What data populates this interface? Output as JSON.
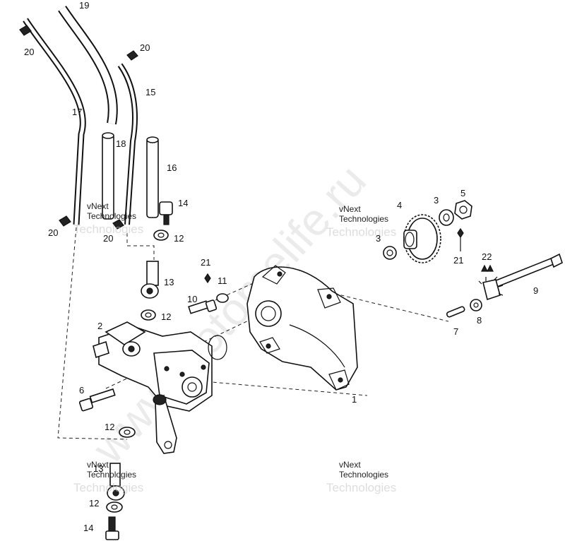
{
  "callouts": {
    "c1": "1",
    "c2": "2",
    "c3a": "3",
    "c3b": "3",
    "c4": "4",
    "c5": "5",
    "c6": "6",
    "c7": "7",
    "c8": "8",
    "c9": "9",
    "c10": "10",
    "c11": "11",
    "c12a": "12",
    "c12b": "12",
    "c12c": "12",
    "c12d": "12",
    "c13a": "13",
    "c13b": "13",
    "c14a": "14",
    "c14b": "14",
    "c15": "15",
    "c16": "16",
    "c17": "17",
    "c18": "18",
    "c19": "19",
    "c20a": "20",
    "c20b": "20",
    "c20c": "20",
    "c20d": "20",
    "c21a": "21",
    "c21b": "21",
    "c22": "22"
  },
  "watermark": {
    "site": "www.motomelife.ru",
    "company_line1": "vNext",
    "company_line2": "Technologies"
  }
}
